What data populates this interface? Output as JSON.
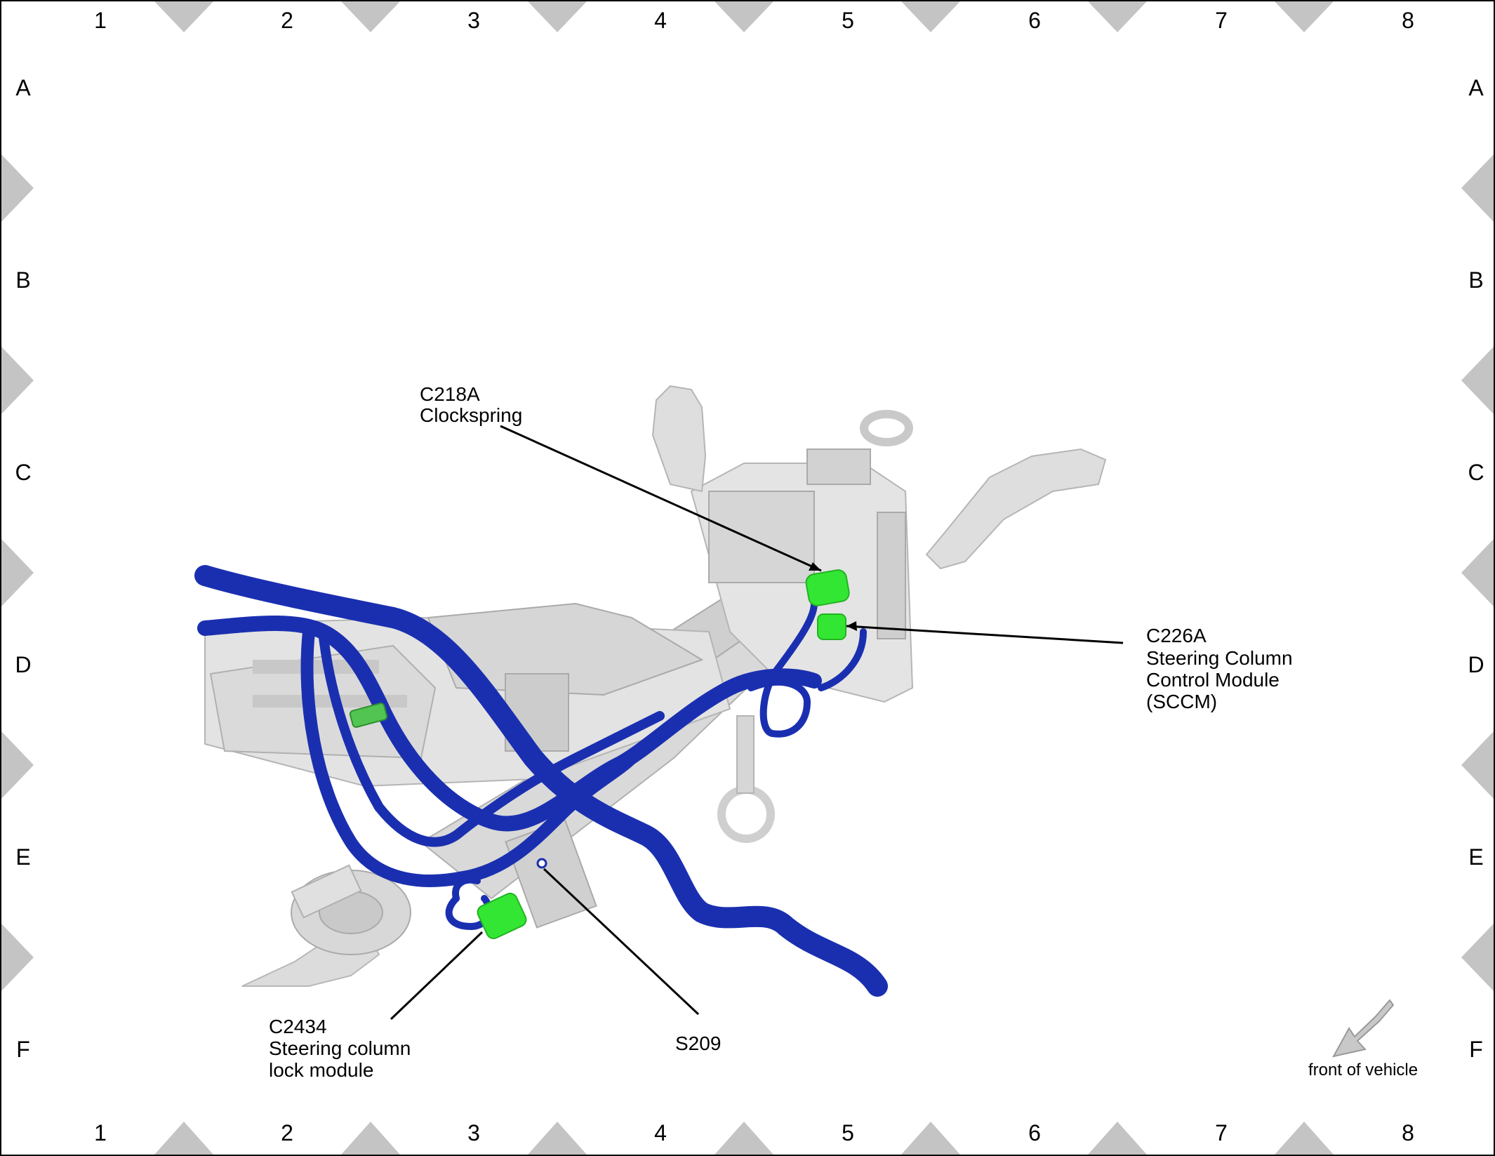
{
  "grid": {
    "columns": [
      "1",
      "2",
      "3",
      "4",
      "5",
      "6",
      "7",
      "8"
    ],
    "rows": [
      "A",
      "B",
      "C",
      "D",
      "E",
      "F"
    ]
  },
  "callouts": {
    "c218a": {
      "line1": "C218A",
      "line2": "Clockspring"
    },
    "c226a": {
      "line1": "C226A",
      "line2": "Steering Column",
      "line3": "Control Module",
      "line4": "(SCCM)"
    },
    "c2434": {
      "line1": "C2434",
      "line2": "Steering column",
      "line3": "lock module"
    },
    "s209": {
      "line1": "S209"
    }
  },
  "orientation": {
    "label": "front of vehicle",
    "icon": "arrow-icon"
  },
  "colors": {
    "harness": "#1a2fb0",
    "connector": "#33e633",
    "column": "#d4d4d4",
    "border_marker": "#c4c4c4"
  }
}
